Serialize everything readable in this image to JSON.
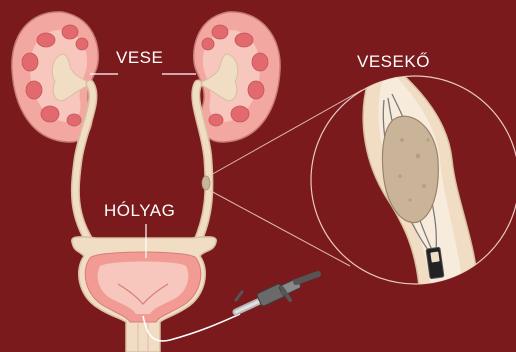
{
  "labels": {
    "kidney": "VESE",
    "stone": "VESEKŐ",
    "bladder": "HÓLYAG"
  },
  "colors": {
    "background": "#7a1a1c",
    "tissue": "#f0ddc4",
    "kidney_pink": "#f2a8a0",
    "kidney_red": "#e26a6e",
    "bladder_wall": "#f29b95",
    "stone": "#c9b49a",
    "line": "#ffffff"
  },
  "icons": {
    "left_kidney": "kidney-icon",
    "right_kidney": "kidney-icon",
    "bladder": "bladder-icon",
    "endoscope": "ureteroscope-icon",
    "stone": "kidney-stone-icon",
    "magnifier": "magnified-detail-circle"
  }
}
